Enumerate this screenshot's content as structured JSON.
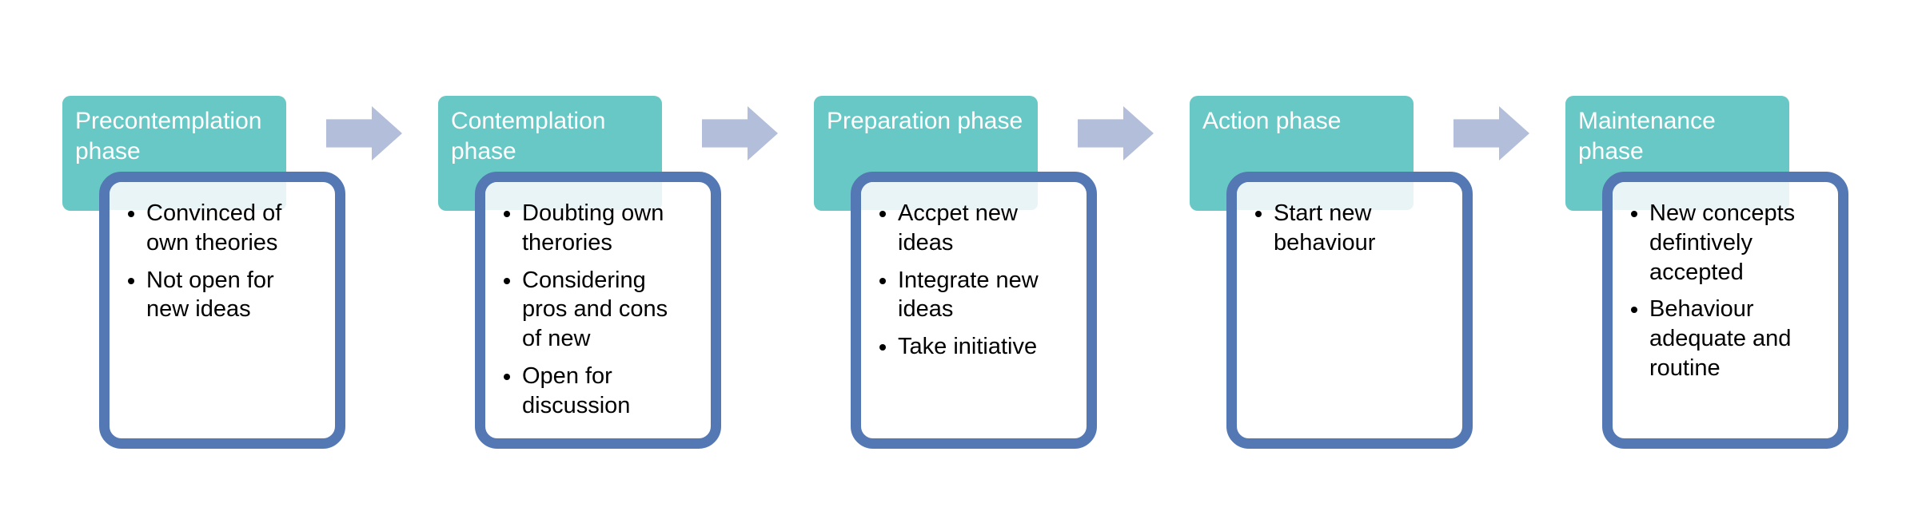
{
  "theme": {
    "teal": "#68C8C6",
    "tint": "#E9F4F7",
    "border-blue": "#5478B4",
    "arrow": "#B3BFDA",
    "text-dark": "#000000",
    "text-light": "#FFFFFF"
  },
  "diagram": {
    "type": "process-flow",
    "direction": "left-to-right",
    "phases": [
      {
        "label": "Precontemplation phase",
        "bullets": [
          "Convinced of own theories",
          "Not open for new ideas"
        ]
      },
      {
        "label": "Contemplation phase",
        "bullets": [
          "Doubting own therories",
          "Considering pros and cons of new",
          "Open for discussion"
        ]
      },
      {
        "label": "Preparation phase",
        "bullets": [
          "Accpet new ideas",
          "Integrate new ideas",
          "Take initiative"
        ]
      },
      {
        "label": "Action phase",
        "bullets": [
          "Start new behaviour"
        ]
      },
      {
        "label": "Maintenance phase",
        "bullets": [
          "New concepts defintively accepted",
          "Behaviour adequate and routine"
        ]
      }
    ]
  }
}
